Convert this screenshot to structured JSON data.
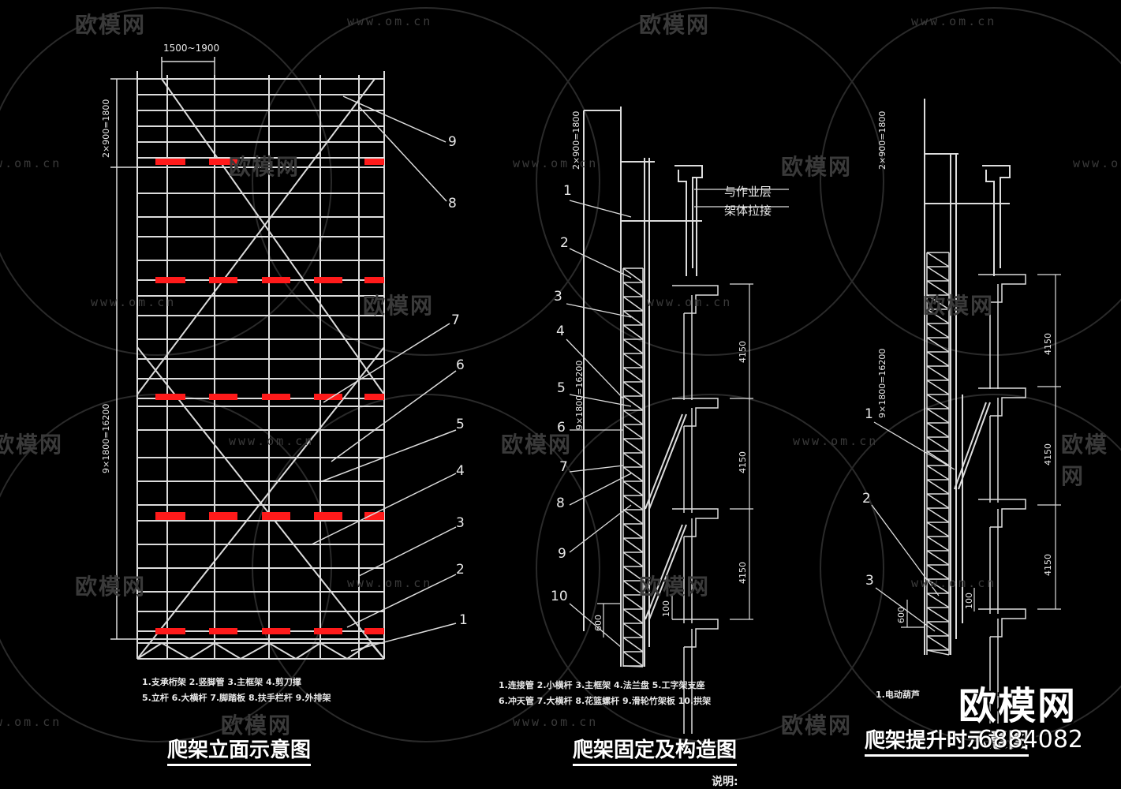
{
  "watermark": {
    "brand_cn": "欧模网",
    "url": "www.om.cn"
  },
  "left_figure": {
    "title": "爬架立面示意图",
    "top_dim": "1500~1900",
    "vdim_top": "2×900=1800",
    "vdim_main": "9×1800=16200",
    "callouts": [
      "9",
      "8",
      "7",
      "6",
      "5",
      "4",
      "3",
      "2",
      "1"
    ],
    "legend_line1": "1.支承桁架   2.竖脚管   3.主框架   4.剪刀撑",
    "legend_line2": "5.立杆  6.大横杆  7.脚踏板  8.扶手栏杆  9.外排架"
  },
  "middle_figure": {
    "title": "爬架固定及构造图",
    "note_line1": "与作业层",
    "note_line2": "架体拉接",
    "vdim_top": "2×900=1800",
    "vdim_main": "9×1800=16200",
    "floor_dims": [
      "4150",
      "4150",
      "4150"
    ],
    "small_dims": [
      "600",
      "100"
    ],
    "callouts": [
      "1",
      "2",
      "3",
      "4",
      "5",
      "6",
      "7",
      "8",
      "9",
      "10"
    ],
    "legend_line1": "1.连接管  2.小横杆  3.主框架  4.法兰盘   5.工字架支座",
    "legend_line2": "6.冲天管  7.大横杆  8.花篮螺杆  9.滑轮竹架板  10.拱架",
    "footer_note": "说明:"
  },
  "right_figure": {
    "title": "爬架提升时示意图",
    "vdim_top": "2×900=1800",
    "vdim_main": "9×1800=16200",
    "floor_dims": [
      "4150",
      "4150",
      "4150"
    ],
    "small_dims": [
      "600",
      "100"
    ],
    "callouts": [
      "1",
      "2",
      "3"
    ],
    "legend_line1": "1.电动葫芦"
  },
  "brand_overlay": {
    "name": "欧模网",
    "code": "6884082"
  }
}
